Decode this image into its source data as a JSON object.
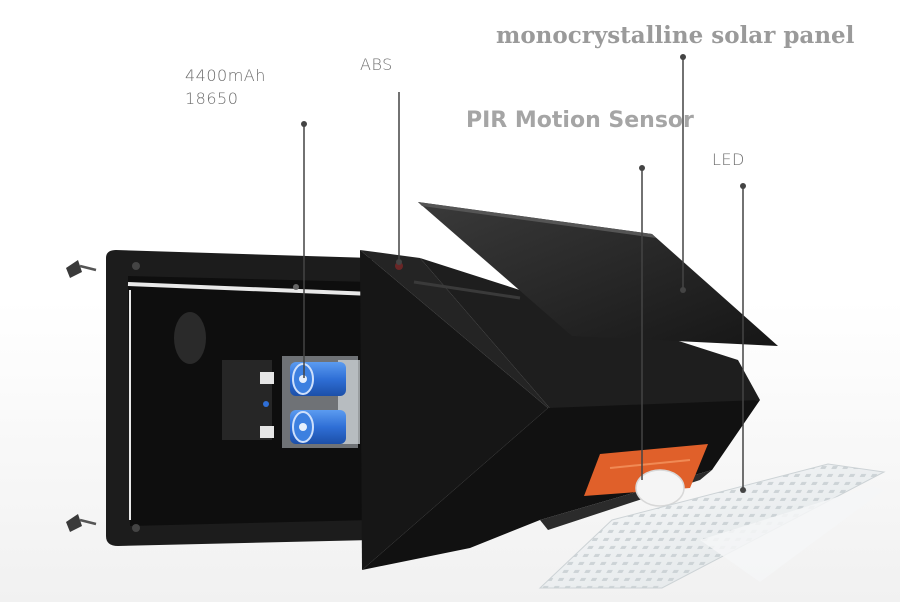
{
  "labels": {
    "battery_capacity": "4400mAh",
    "battery_type": "18650",
    "abs": "ABS",
    "solar_panel": "monocrystalline solar panel",
    "pir_sensor": "PIR Motion Sensor",
    "led": "LED"
  },
  "colors": {
    "housing": "#1c1c1c",
    "battery": "#2f6fd6",
    "sensor_board": "#e0602a",
    "led_panel": "#eef1f2"
  }
}
